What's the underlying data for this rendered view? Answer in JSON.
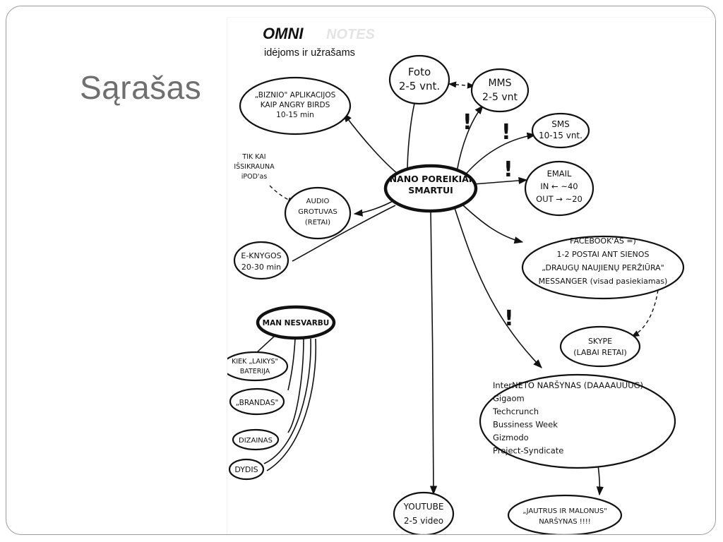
{
  "slide": {
    "title": "Sąrašas",
    "brand": {
      "name": "OMNI",
      "name_faded": "NOTES",
      "subtitle": "idėjoms ir užrašams"
    }
  },
  "mindmap": {
    "center": {
      "lines": [
        "NANO POREIKIAI",
        "SMARTUI"
      ]
    },
    "nodes": {
      "foto": {
        "lines": [
          "Foto",
          "2-5 vnt."
        ]
      },
      "mms": {
        "lines": [
          "MMS",
          "2-5 vnt"
        ]
      },
      "sms": {
        "lines": [
          "SMS",
          "10-15 vnt."
        ]
      },
      "email": {
        "lines": [
          "EMAIL",
          "IN ← ~40",
          "OUT → ~20"
        ]
      },
      "facebook": {
        "lines": [
          "FACEBOOK'AS =)",
          "1-2 POSTAI ANT SIENOS",
          "„DRAUGŲ NAUJIENŲ PERŽIŪRA\"",
          "MESSANGER (visad pasiekiamas)"
        ]
      },
      "skype": {
        "lines": [
          "SKYPE",
          "(LABAI RETAI)"
        ]
      },
      "browser": {
        "lines": [
          "InterNETO NARŠYNAS (DAAAAUUUG)",
          "Gigaom",
          "Techcrunch",
          "Bussiness Week",
          "Gizmodo",
          "Project-Syndicate"
        ]
      },
      "browser_note": {
        "lines": [
          "„JAUTRUS IR MALONUS\"",
          "NARŠYNAS !!!!"
        ]
      },
      "youtube": {
        "lines": [
          "YOUTUBE",
          "2-5 video"
        ]
      },
      "business_apps": {
        "lines": [
          "„BIZNIO\" APLIKACIJOS",
          "KAIP ANGRY BIRDS",
          "10-15 min"
        ]
      },
      "audio": {
        "lines": [
          "AUDIO",
          "GROTUVAS",
          "(RETAI)"
        ]
      },
      "ipod_note": {
        "lines": [
          "TIK KAI",
          "IŠSIKRAUNA",
          "iPOD'as"
        ]
      },
      "ebooks": {
        "lines": [
          "E-KNYGOS",
          "20-30 min"
        ]
      }
    },
    "secondary": {
      "center": {
        "label": "MAN NESVARBU"
      },
      "items": [
        {
          "lines": [
            "KIEK „LAIKYS\"",
            "BATERIJA"
          ]
        },
        {
          "lines": [
            "„BRANDAS\""
          ]
        },
        {
          "lines": [
            "DIZAINAS"
          ]
        },
        {
          "lines": [
            "DYDIS"
          ]
        }
      ]
    },
    "exclamation": "!"
  }
}
